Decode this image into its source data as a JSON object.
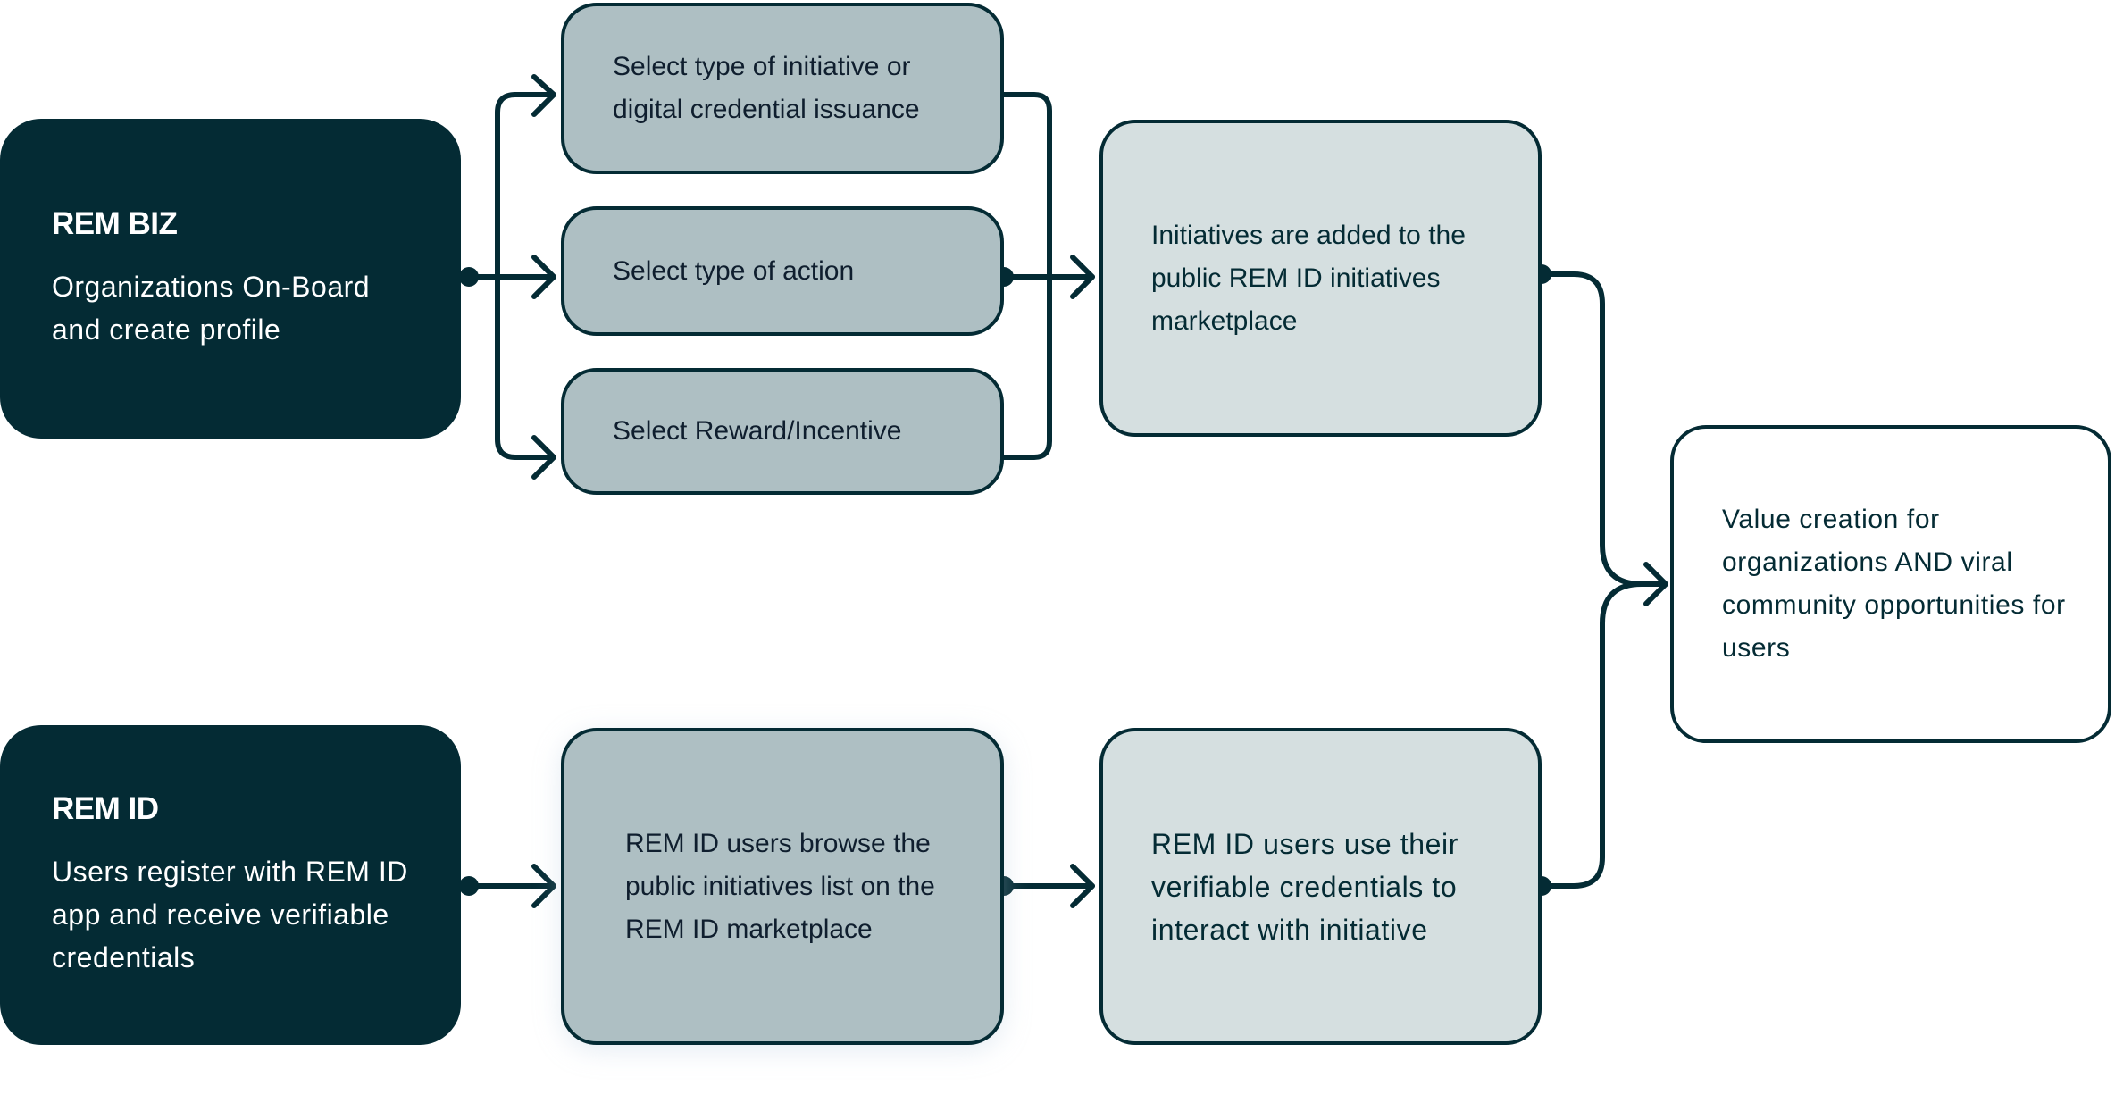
{
  "colors": {
    "dark_navy": "#042b34",
    "mid_gray_blue": "#aebfc3",
    "light_gray_blue": "#d5dfe0",
    "white": "#ffffff"
  },
  "rem_biz": {
    "title": "REM BIZ",
    "description": "Organizations On-Board and create profile"
  },
  "biz_steps": [
    {
      "text": "Select type of initiative or digital credential issuance"
    },
    {
      "text": "Select type of action"
    },
    {
      "text": "Select Reward/Incentive"
    }
  ],
  "marketplace": {
    "text": "Initiatives are added to the public REM ID initiatives marketplace"
  },
  "outcome": {
    "text": "Value creation for organizations AND viral community opportunities for users"
  },
  "rem_id": {
    "title": "REM ID",
    "description": "Users register with REM ID app and receive verifiable credentials"
  },
  "browse": {
    "text": "REM ID users browse the public initiatives list on the REM ID marketplace"
  },
  "use_credentials": {
    "text": "REM ID users use their verifiable credentials to interact with initiative"
  }
}
